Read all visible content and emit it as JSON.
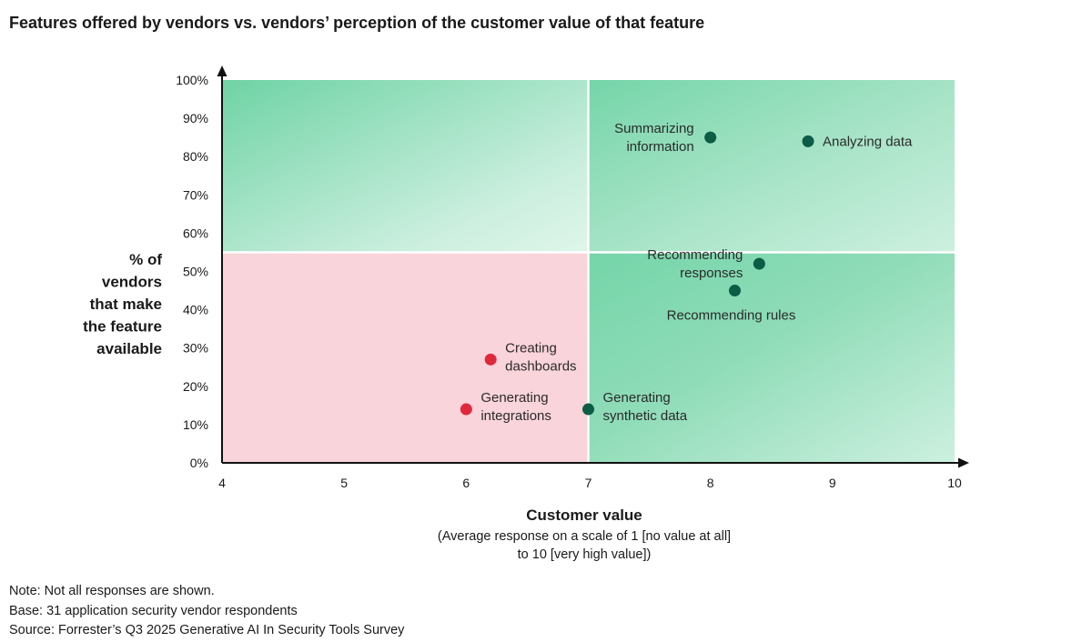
{
  "chart_data": {
    "type": "scatter",
    "title": "Features offered by vendors vs. vendors’ perception of the customer value of that feature",
    "xlabel": "Customer value",
    "xlabel_sub": [
      "(Average response on a scale of 1 [no value at all]",
      "to 10 [very high value])"
    ],
    "ylabel": [
      "% of",
      "vendors",
      "that make",
      "the feature",
      "available"
    ],
    "xlim": [
      4,
      10
    ],
    "ylim": [
      0,
      100
    ],
    "x_ticks": [
      "4",
      "5",
      "6",
      "7",
      "8",
      "9",
      "10"
    ],
    "y_ticks": [
      "0%",
      "10%",
      "20%",
      "30%",
      "40%",
      "50%",
      "60%",
      "70%",
      "80%",
      "90%",
      "100%"
    ],
    "quadrant_dividers": {
      "x": 7,
      "y": 55
    },
    "legend": "none",
    "grid": false,
    "colors": {
      "high_quadrant": "#6fd3a5",
      "low_value_quadrant": "#f9d4da",
      "green_point": "#0d5c45",
      "red_point": "#e0283c"
    },
    "points": [
      {
        "label": [
          "Summarizing",
          "information"
        ],
        "x": 8.0,
        "y": 85,
        "color": "green",
        "label_side": "left"
      },
      {
        "label": [
          "Analyzing data"
        ],
        "x": 8.8,
        "y": 84,
        "color": "green",
        "label_side": "right"
      },
      {
        "label": [
          "Recommending",
          "responses"
        ],
        "x": 8.4,
        "y": 52,
        "color": "green",
        "label_side": "left"
      },
      {
        "label": [
          "Recommending rules"
        ],
        "x": 8.2,
        "y": 45,
        "color": "green",
        "label_side": "below"
      },
      {
        "label": [
          "Creating",
          "dashboards"
        ],
        "x": 6.2,
        "y": 27,
        "color": "red",
        "label_side": "right"
      },
      {
        "label": [
          "Generating",
          "integrations"
        ],
        "x": 6.0,
        "y": 14,
        "color": "red",
        "label_side": "right"
      },
      {
        "label": [
          "Generating",
          "synthetic data"
        ],
        "x": 7.0,
        "y": 14,
        "color": "green",
        "label_side": "right"
      }
    ]
  },
  "notes": [
    "Note: Not all responses are shown.",
    "Base: 31 application security vendor respondents",
    "Source: Forrester’s Q3 2025 Generative AI In Security Tools Survey"
  ]
}
